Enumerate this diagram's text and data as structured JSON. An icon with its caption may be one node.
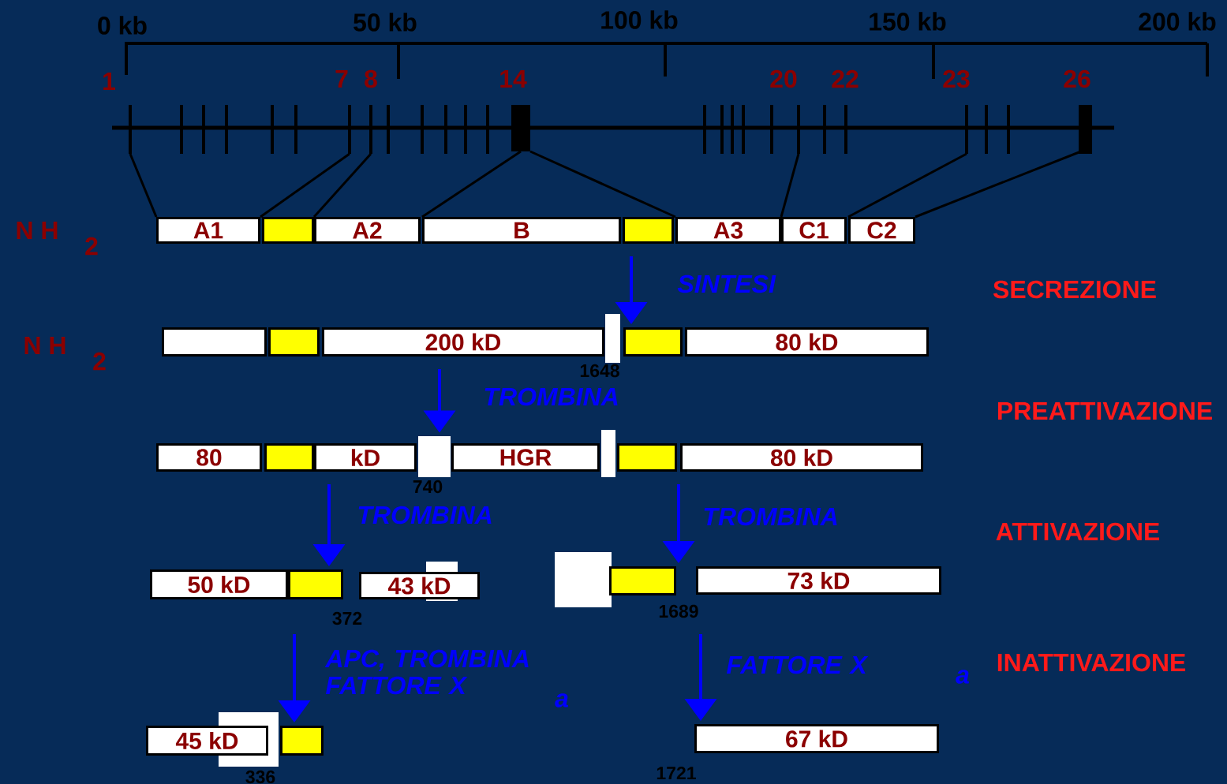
{
  "diagram": {
    "nodes": [
      {
        "text": [
          "A1"
        ]
      },
      {
        "text": [],
        "shape": "box"
      },
      {
        "text": [
          "A2"
        ]
      },
      {
        "text": [
          "B"
        ]
      },
      {
        "text": [],
        "shape": "box"
      },
      {
        "text": [
          "A3"
        ]
      },
      {
        "text": [
          "C1"
        ]
      },
      {
        "text": [
          "C2"
        ]
      },
      {
        "text": [],
        "shape": "box"
      },
      {
        "text": [],
        "shape": "box"
      },
      {
        "text": [
          "200 kD"
        ]
      },
      {
        "text": [],
        "shape": "box"
      },
      {
        "text": [
          "80 kD"
        ]
      },
      {
        "text": [
          "80"
        ]
      },
      {
        "text": [],
        "shape": "box"
      },
      {
        "text": [
          "kD"
        ]
      },
      {
        "text": [
          "HGR"
        ]
      },
      {
        "text": [],
        "shape": "box"
      },
      {
        "text": [
          "80 kD"
        ]
      },
      {
        "text": [
          "50 kD"
        ]
      },
      {
        "text": [],
        "shape": "box"
      },
      {
        "text": [
          "43 kD"
        ]
      },
      {
        "text": [],
        "shape": "box"
      },
      {
        "text": [
          "73 kD"
        ]
      },
      {
        "text": [
          "45 kD"
        ]
      },
      {
        "text": [],
        "shape": "box"
      },
      {
        "text": [
          "67 kD"
        ]
      },
      {
        "text": [],
        "shape": "box"
      },
      {
        "text": [],
        "shape": "box"
      },
      {
        "text": [],
        "shape": "box"
      },
      {
        "text": [],
        "shape": "box"
      },
      {
        "text": [],
        "shape": "box"
      },
      {
        "text": [],
        "shape": "box"
      }
    ],
    "edges": [
      {
        "from": 4,
        "to": 11,
        "arrow": "to",
        "label": "SINTESI"
      },
      {
        "from": 10,
        "to": 28,
        "arrow": "to",
        "label": "TROMBINA"
      },
      {
        "from": 15,
        "to": 20,
        "arrow": "to",
        "label": "TROMBINA"
      },
      {
        "from": 17,
        "to": 22,
        "arrow": "to",
        "label": "TROMBINA"
      },
      {
        "from": 20,
        "to": 25,
        "arrow": "to",
        "label": "APC, TROMBINA FATTORE X"
      },
      {
        "from": 23,
        "to": 26,
        "arrow": "to",
        "label": "FATTORE X"
      }
    ],
    "labels": [
      "0 kb",
      "50 kb",
      "100 kb",
      "150 kb",
      "200 kb",
      "1",
      "7",
      "8",
      "14",
      "20",
      "22",
      "23",
      "26",
      "N H",
      "2",
      "SECREZIONE",
      "N H",
      "2",
      "1648",
      "PREATTIVAZIONE",
      "740",
      "ATTIVAZIONE",
      "372",
      "1689",
      "INATTIVAZIONE",
      "a",
      "a",
      "336",
      "1721"
    ]
  }
}
